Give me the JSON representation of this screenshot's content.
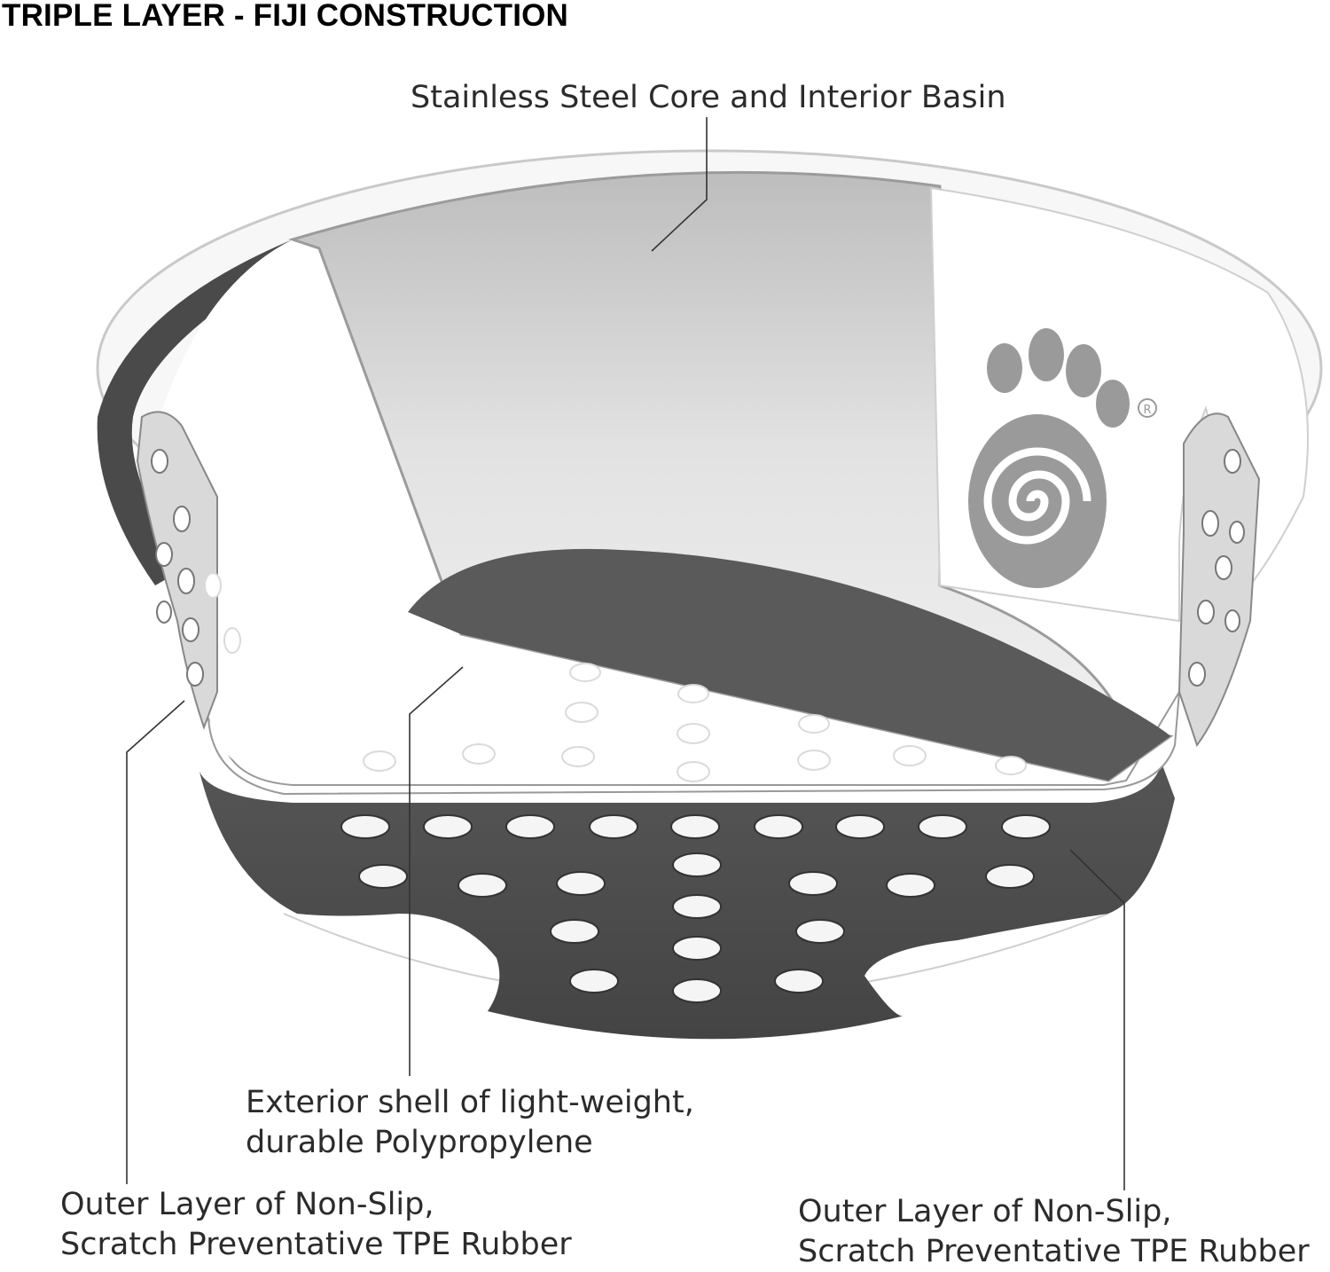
{
  "title": "TRIPLE LAYER - FIJI CONSTRUCTION",
  "callouts": {
    "steel_core": "Stainless Steel Core and Interior Basin",
    "shell": {
      "line1": "Exterior shell of light-weight,",
      "line2": "durable Polypropylene"
    },
    "tpe_left": {
      "line1": "Outer Layer of Non-Slip,",
      "line2": "Scratch Preventative TPE Rubber"
    },
    "tpe_right": {
      "line1": "Outer Layer of Non-Slip,",
      "line2": "Scratch Preventative TPE Rubber"
    }
  },
  "colors": {
    "rubber": "#4f4f4f",
    "steel_light": "#d9d9d9",
    "steel_dark": "#5a5a5a",
    "shell": "#ffffff",
    "logo": "#9a9a9a",
    "leader": "#333333"
  },
  "icons": [
    "paw-logo-icon",
    "registered-mark-icon"
  ]
}
